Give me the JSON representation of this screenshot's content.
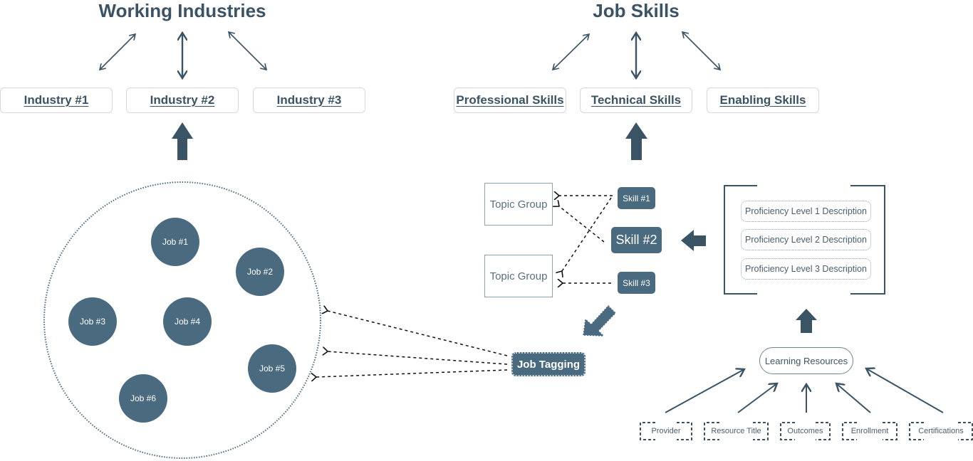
{
  "colors": {
    "primary": "#3a5365",
    "node_fill": "#4a6a7f",
    "border": "#d4d8dc"
  },
  "left": {
    "title": "Working Industries",
    "industries": [
      {
        "label": "Industry #1"
      },
      {
        "label": "Industry #2"
      },
      {
        "label": "Industry #3"
      }
    ],
    "jobs": [
      {
        "label": "Job #1"
      },
      {
        "label": "Job #2"
      },
      {
        "label": "Job #3"
      },
      {
        "label": "Job #4"
      },
      {
        "label": "Job #5"
      },
      {
        "label": "Job #6"
      }
    ]
  },
  "right": {
    "title": "Job Skills",
    "skill_categories": [
      {
        "label": "Professional Skills"
      },
      {
        "label": "Technical Skills"
      },
      {
        "label": "Enabling Skills"
      }
    ],
    "topic_groups": [
      {
        "label": "Topic Group"
      },
      {
        "label": "Topic Group"
      }
    ],
    "skills": [
      {
        "label": "Skill #1"
      },
      {
        "label": "Skill #2"
      },
      {
        "label": "Skill #3"
      }
    ],
    "proficiency_levels": [
      {
        "label": "Proficiency Level 1 Description"
      },
      {
        "label": "Proficiency Level 2 Description"
      },
      {
        "label": "Proficiency Level 3 Description"
      }
    ],
    "learning_resources": "Learning Resources",
    "resource_attributes": [
      {
        "label": "Provider"
      },
      {
        "label": "Resource Title"
      },
      {
        "label": "Outcomes"
      },
      {
        "label": "Enrollment"
      },
      {
        "label": "Certifications"
      }
    ]
  },
  "job_tagging": "Job Tagging"
}
